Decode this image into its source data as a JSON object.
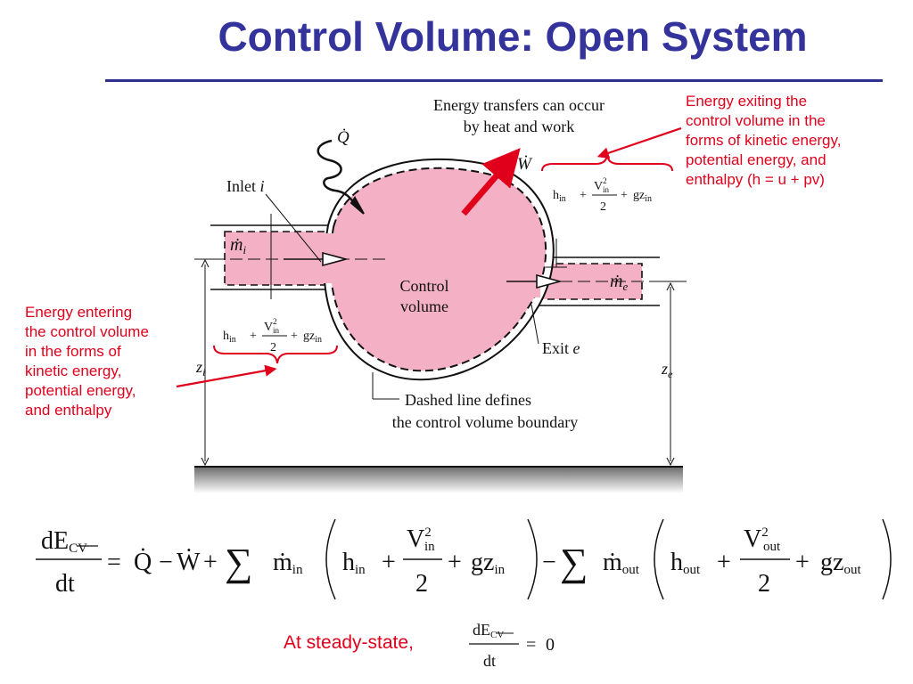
{
  "slide": {
    "title": "Control Volume: Open System"
  },
  "diagram": {
    "transfer_caption_line1": "Energy transfers can occur",
    "transfer_caption_line2": "by heat and work",
    "heat_symbol": "Q̇",
    "work_symbol": "Ẇ",
    "inlet_label": "Inlet",
    "inlet_italic": "i",
    "mass_in_symbol": "ṁ",
    "mass_in_sub": "i",
    "mass_out_symbol": "ṁ",
    "mass_out_sub": "e",
    "cv_label_line1": "Control",
    "cv_label_line2": "volume",
    "exit_label": "Exit",
    "exit_italic": "e",
    "height_in_symbol": "z",
    "height_in_sub": "i",
    "height_out_symbol": "z",
    "height_out_sub": "e",
    "boundary_caption_line1": "Dashed line defines",
    "boundary_caption_line2": "the control volume boundary",
    "colors": {
      "cv_fill": "#f4b0c4",
      "arrow_red": "#e0001b",
      "accent_blue": "#33339b"
    }
  },
  "annotations": {
    "exit_note": [
      "Energy exiting the",
      "control volume in the",
      "forms of kinetic energy,",
      "potential energy, and",
      "enthalpy (h = u + pv)"
    ],
    "enter_note": [
      "Energy entering",
      "the control volume",
      "in the forms of",
      "kinetic energy,",
      "potential energy,",
      "and enthalpy"
    ]
  },
  "small_formula": {
    "h": "h",
    "h_sub": "in",
    "plus": "+",
    "V": "V",
    "V_sub": "in",
    "V_sup": "2",
    "den": "2",
    "gz": "gz",
    "gz_sub": "in"
  },
  "equation": {
    "dE": "dE",
    "cv_sub": "CV",
    "dt": "dt",
    "eq": "=",
    "Q": "Q̇",
    "minus": "−",
    "W": "Ẇ",
    "plus": "+",
    "sum": "∑",
    "m": "ṁ",
    "in_sub": "in",
    "out_sub": "out",
    "h": "h",
    "V": "V",
    "sq": "2",
    "two": "2",
    "gz": "gz"
  },
  "steady": {
    "label": "At steady-state,",
    "zero": "0"
  }
}
